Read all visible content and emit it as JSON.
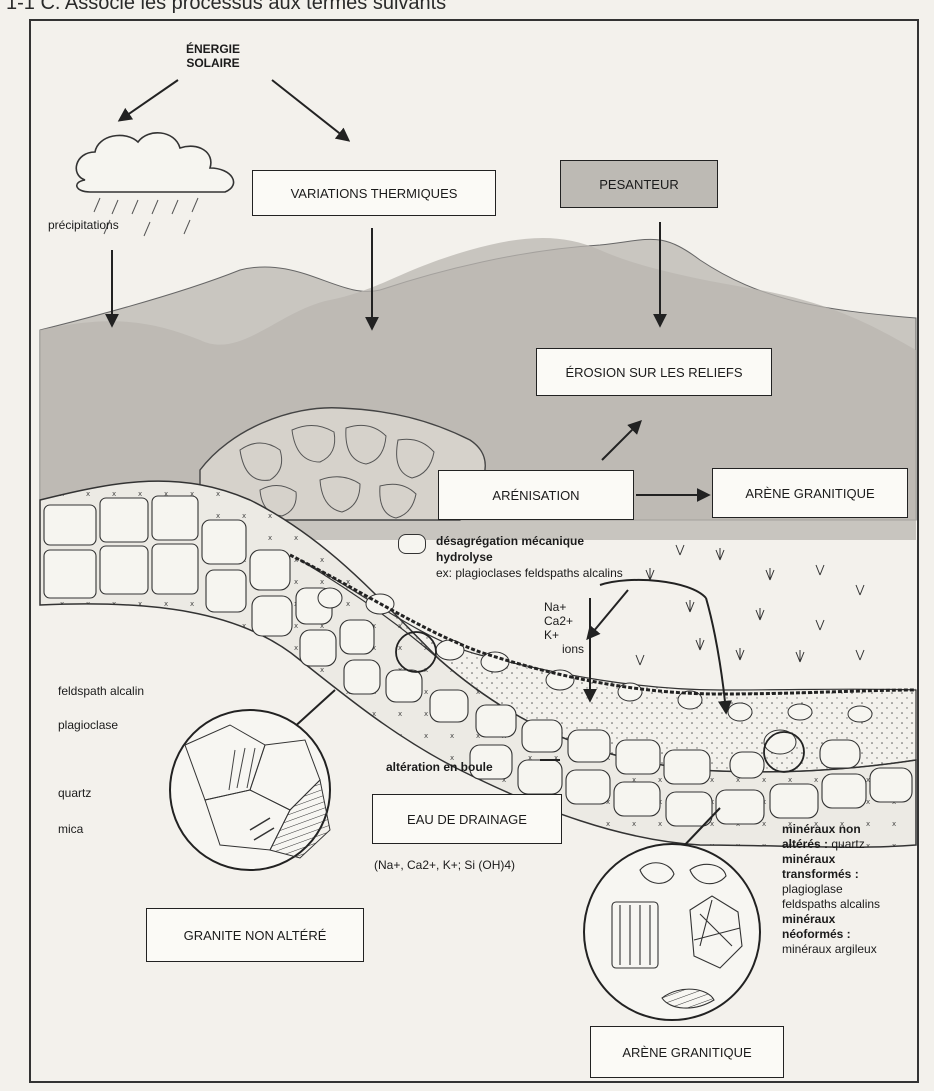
{
  "header_fragment": "1-1 C. Associe les processus aux termes suivants",
  "energy": {
    "line1": "ÉNERGIE",
    "line2": "SOLAIRE"
  },
  "labels": {
    "precipitations": "précipitations",
    "variations": "VARIATIONS THERMIQUES",
    "pesanteur": "PESANTEUR",
    "erosion": "ÉROSION SUR LES RELIEFS",
    "arenisation": "ARÉNISATION",
    "arene_right": "ARÈNE GRANITIQUE",
    "desagregation": "désagrégation mécanique",
    "hydrolyse": "hydrolyse",
    "ex": "ex: plagioclases feldspaths alcalins",
    "na": "Na+",
    "ca": "Ca2+",
    "k": "K+",
    "ions": "ions",
    "feldspath": "feldspath alcalin",
    "plagioclase": "plagioclase",
    "quartz": "quartz",
    "mica": "mica",
    "alteration": "altération en boule",
    "eau": "EAU DE DRAINAGE",
    "formula": "(Na+, Ca2+, K+; Si (OH)4)",
    "granite": "GRANITE NON ALTÉRÉ",
    "arene_bottom": "ARÈNE GRANITIQUE",
    "min_non1": "minéraux non",
    "min_non2": "altérés :",
    "min_non_q": "quartz",
    "min_tr1": "minéraux",
    "min_tr2": "transformés :",
    "plagioglase": "plagioglase",
    "feld_alc": "feldspaths alcalins",
    "min_neo1": "minéraux",
    "min_neo2": "néoformés :",
    "argileux": "minéraux argileux"
  }
}
